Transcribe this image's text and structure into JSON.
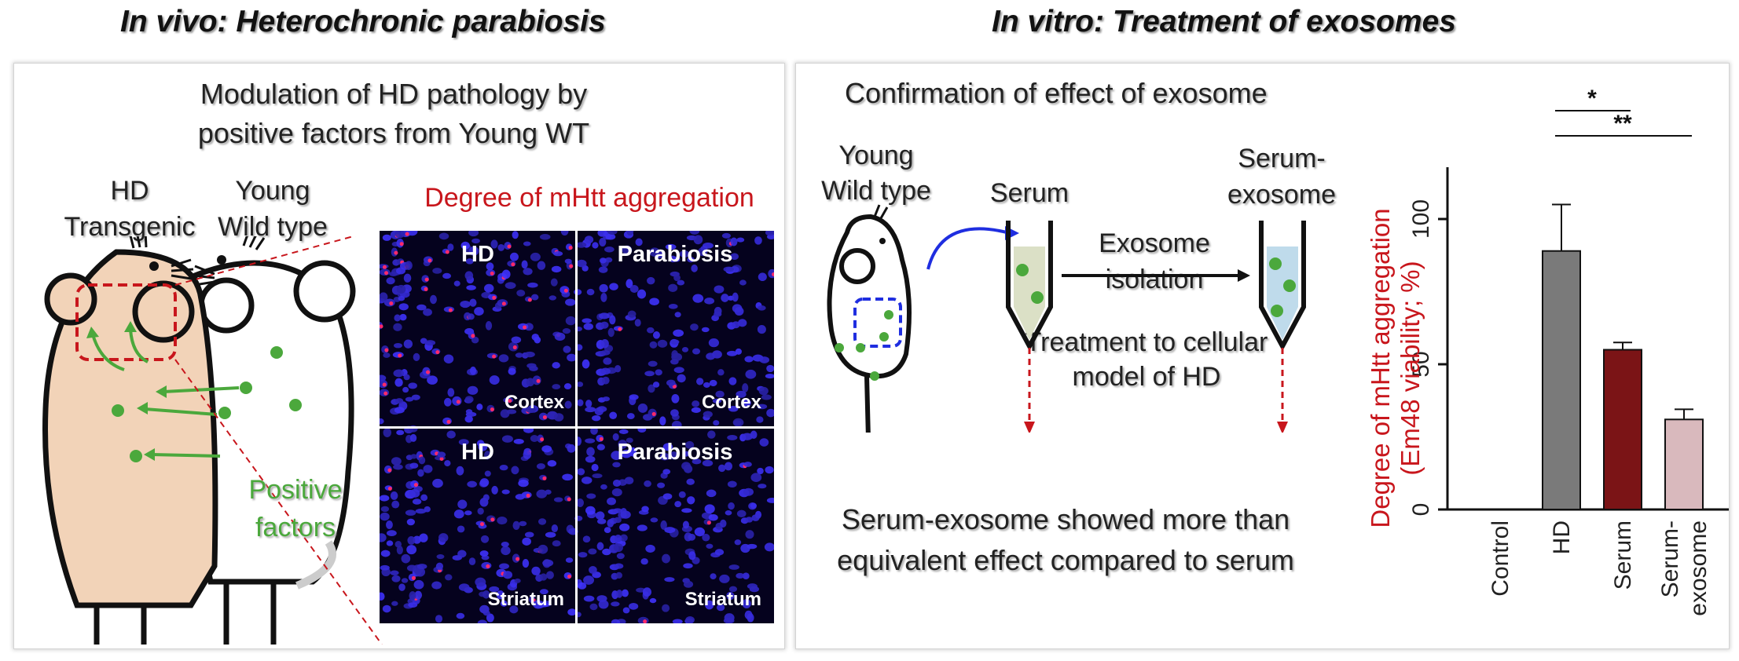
{
  "left": {
    "header": "In vivo: Heterochronic parabiosis",
    "title_line1": "Modulation of HD pathology by",
    "title_line2": "positive factors from Young WT",
    "label_hd_line1": "HD",
    "label_hd_line2": "Transgenic",
    "label_young_line1": "Young",
    "label_young_line2": "Wild type",
    "positive_line1": "Positive",
    "positive_line2": "factors",
    "micro_title": "Degree of mHtt aggregation",
    "micro_panels": [
      {
        "top": "HD",
        "bottom": "Cortex"
      },
      {
        "top": "Parabiosis",
        "bottom": "Cortex"
      },
      {
        "top": "HD",
        "bottom": "Striatum"
      },
      {
        "top": "Parabiosis",
        "bottom": "Striatum"
      }
    ]
  },
  "right": {
    "header": "In vitro: Treatment of exosomes",
    "title": "Confirmation of effect of exosome",
    "mouse_label_line1": "Young",
    "mouse_label_line2": "Wild type",
    "tube1_label": "Serum",
    "tube2_label_line1": "Serum-",
    "tube2_label_line2": "exosome",
    "arrow_label_line1": "Exosome",
    "arrow_label_line2": "isolation",
    "treatment_line1": "Treatment to cellular",
    "treatment_line2": "model of HD",
    "conclusion_line1": "Serum-exosome showed more than",
    "conclusion_line2": "equivalent effect compared to serum"
  },
  "colors": {
    "red_label": "#c8161c",
    "green_dot": "#4ba83c",
    "blue_arrow": "#1f2ee0",
    "hd_mouse": "#f2d3b8",
    "serum_fill": "#dbe0c6",
    "exo_fill": "#bfdbeb"
  },
  "chart_data": {
    "type": "bar",
    "categories": [
      "Control",
      "HD",
      "Serum",
      "Serum-exosome"
    ],
    "category_labels": [
      [
        "Control"
      ],
      [
        "HD"
      ],
      [
        "Serum"
      ],
      [
        "Serum-",
        "exosome"
      ]
    ],
    "values": [
      0,
      89,
      55,
      31
    ],
    "errors": [
      0,
      16,
      2.5,
      3.5
    ],
    "bar_colors": [
      "#ffffff",
      "#7a7a7a",
      "#7b1416",
      "#d9b9bd"
    ],
    "ylabel_line1": "Degree of mHtt aggregation",
    "ylabel_line2": "(Em48 viability; %)",
    "yticks": [
      0,
      50,
      100
    ],
    "ylim": [
      0,
      120
    ],
    "significance": [
      {
        "from": "HD",
        "to": "Serum",
        "label": "*"
      },
      {
        "from": "HD",
        "to": "Serum-exosome",
        "label": "**"
      }
    ]
  }
}
